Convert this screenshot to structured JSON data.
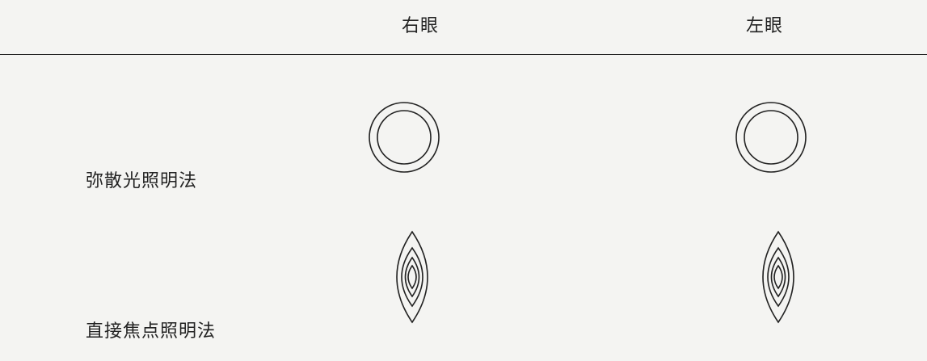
{
  "headers": {
    "right_eye": "右眼",
    "left_eye": "左眼"
  },
  "rows": [
    {
      "label": "弥散光照明法",
      "right_eye_figure": "double-ring-icon",
      "left_eye_figure": "double-ring-icon"
    },
    {
      "label": "直接焦点照明法",
      "right_eye_figure": "nested-lens-icon",
      "left_eye_figure": "nested-lens-icon"
    }
  ],
  "colors": {
    "ink": "#222222",
    "paper": "#f4f4f2"
  }
}
